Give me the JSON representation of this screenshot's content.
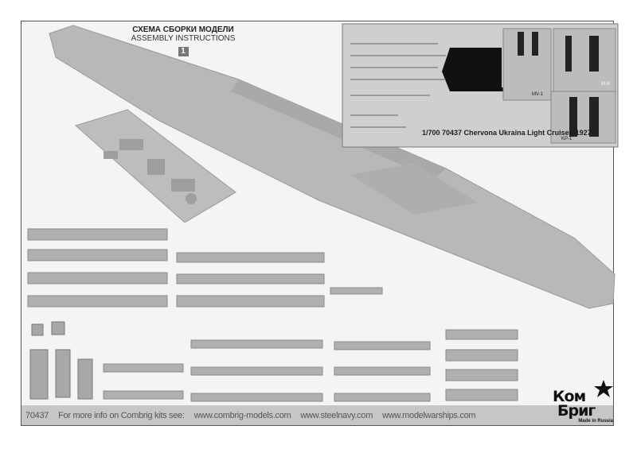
{
  "header": {
    "title_ru": "СХЕМА СБОРКИ МОДЕЛИ",
    "title_en": "ASSEMBLY INSTRUCTIONS",
    "step": "1"
  },
  "photo_etch": {
    "caption": "1/700  70437 Chervona Ukraina Light Cruiser, 1927",
    "labels": [
      "MV-1",
      "M-8",
      "KP-1"
    ]
  },
  "footer": {
    "kit_number": "70437",
    "info": "For more info on Combrig kits see:",
    "links": [
      "www.combrig-models.com",
      "www.steelnavy.com",
      "www.modelwarships.com"
    ]
  },
  "logo": {
    "line1": "Ком",
    "line2": "Бриг",
    "made_in": "Made in Russia"
  },
  "colors": {
    "resin": "#b5b5b5",
    "frame": "#555555",
    "footer": "#c6c6c6"
  }
}
